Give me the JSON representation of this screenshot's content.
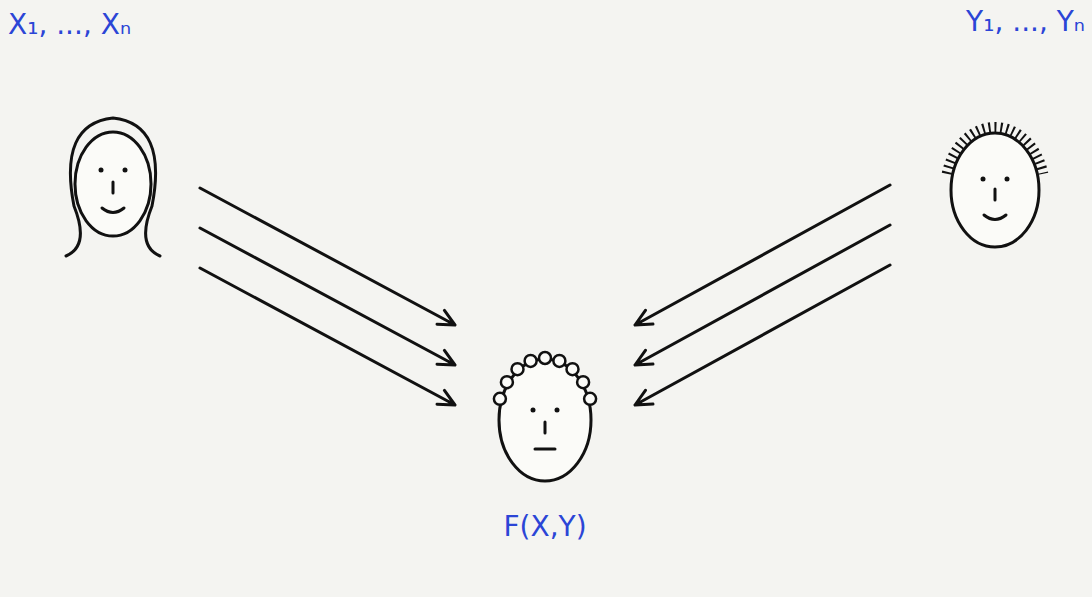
{
  "diagram": {
    "nodes": [
      {
        "text": [
          "X₁, ..., Xₙ"
        ]
      },
      {
        "text": [
          "Y₁, ..., Yₙ"
        ]
      },
      {
        "text": [
          "F(X,Y)"
        ]
      }
    ],
    "edges": [
      {
        "from": 0,
        "to": 2,
        "arrow": "to"
      },
      {
        "from": 0,
        "to": 2,
        "arrow": "to"
      },
      {
        "from": 0,
        "to": 2,
        "arrow": "to"
      },
      {
        "from": 1,
        "to": 2,
        "arrow": "to"
      },
      {
        "from": 1,
        "to": 2,
        "arrow": "to"
      },
      {
        "from": 1,
        "to": 2,
        "arrow": "to"
      }
    ]
  }
}
